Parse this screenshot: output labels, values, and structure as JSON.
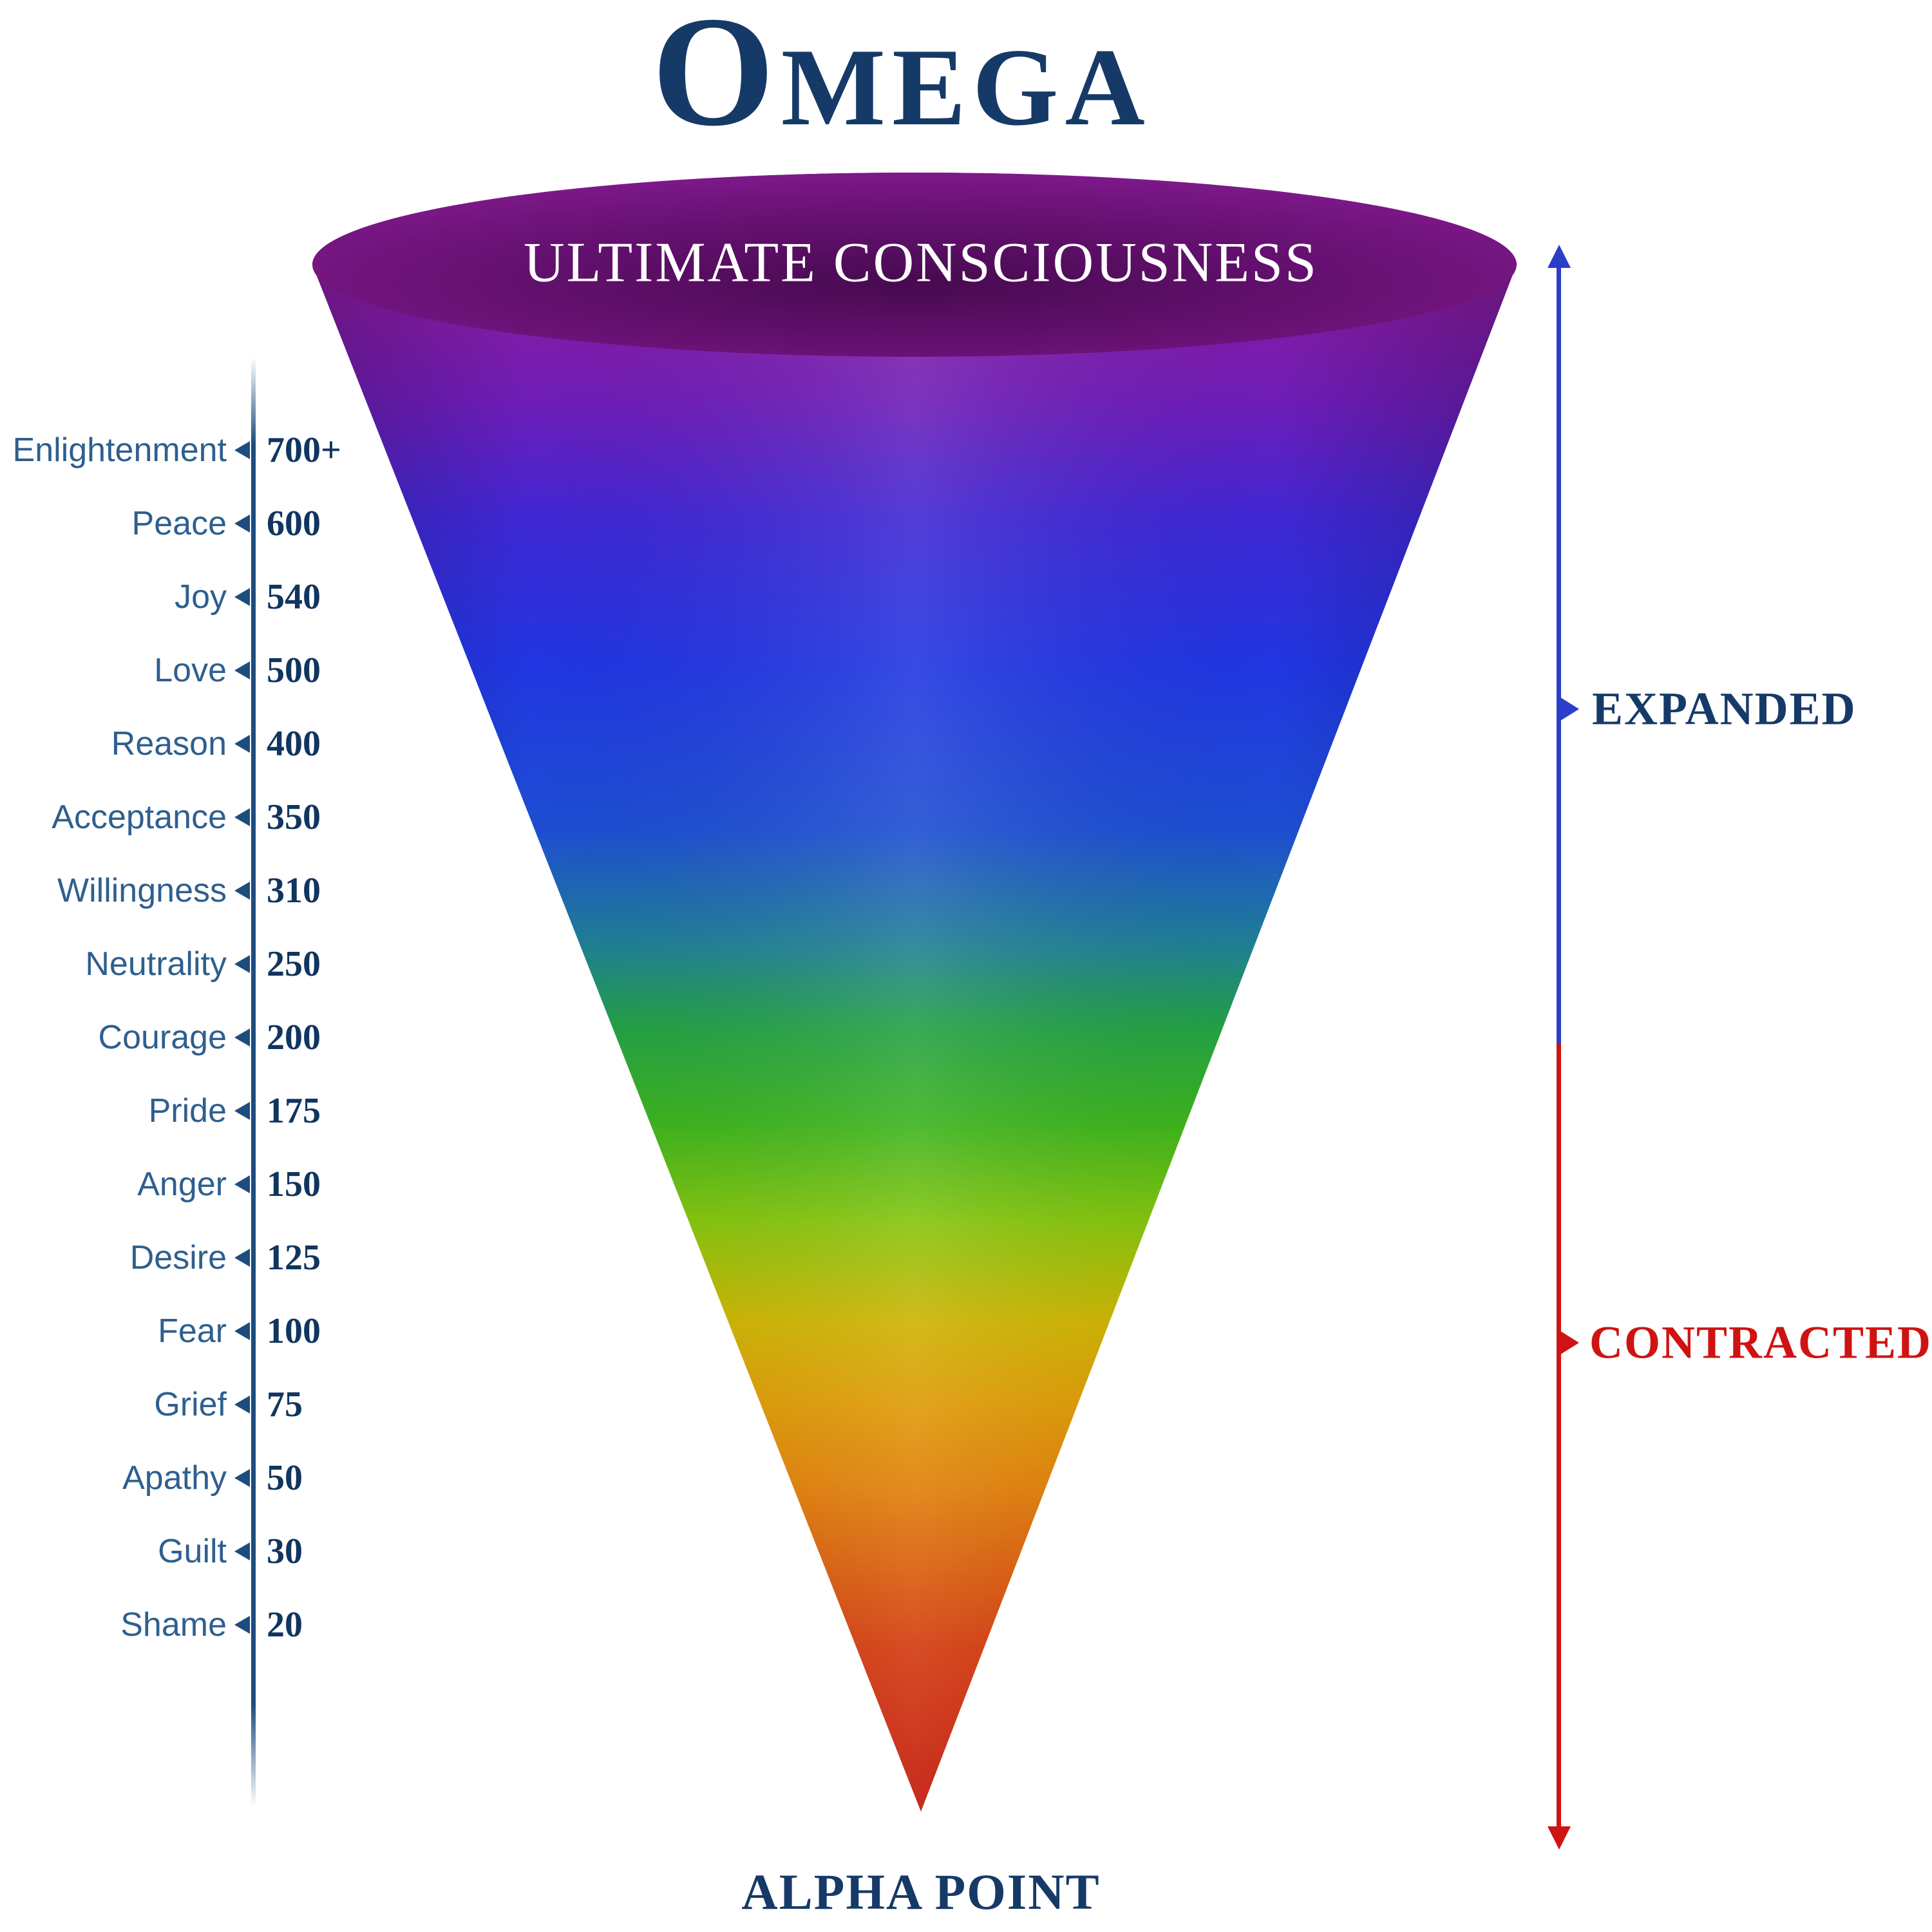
{
  "title": "Omega",
  "cone": {
    "top_label": "ULTIMATE CONSCIOUSNESS",
    "bottom_label": "ALPHA POINT",
    "gradient": [
      "#8e1f9d",
      "#8a1ba1",
      "#6d1db8",
      "#3f28d4",
      "#2136e2",
      "#1d4ed2",
      "#1f7f95",
      "#23a045",
      "#3cb31c",
      "#85c40c",
      "#cdb300",
      "#de9a04",
      "#e07f07",
      "#d95c09",
      "#d2380c",
      "#c11307"
    ],
    "rim": {
      "inner": "#470a4f",
      "mid": "#6b1277",
      "outer": "#8d1e9a"
    }
  },
  "scale": {
    "items": [
      {
        "label": "Enlightenment",
        "value": "700+"
      },
      {
        "label": "Peace",
        "value": "600"
      },
      {
        "label": "Joy",
        "value": "540"
      },
      {
        "label": "Love",
        "value": "500"
      },
      {
        "label": "Reason",
        "value": "400"
      },
      {
        "label": "Acceptance",
        "value": "350"
      },
      {
        "label": "Willingness",
        "value": "310"
      },
      {
        "label": "Neutrality",
        "value": "250"
      },
      {
        "label": "Courage",
        "value": "200"
      },
      {
        "label": "Pride",
        "value": "175"
      },
      {
        "label": "Anger",
        "value": "150"
      },
      {
        "label": "Desire",
        "value": "125"
      },
      {
        "label": "Fear",
        "value": "100"
      },
      {
        "label": "Grief",
        "value": "75"
      },
      {
        "label": "Apathy",
        "value": "50"
      },
      {
        "label": "Guilt",
        "value": "30"
      },
      {
        "label": "Shame",
        "value": "20"
      }
    ]
  },
  "right_axis": {
    "expanded_label": "EXPANDED",
    "contracted_label": "CONTRACTED"
  },
  "colors": {
    "navy": "#163a68",
    "label-blue": "#2e5f8f",
    "value-navy": "#10355f",
    "axis-blue": "#2a3ec9",
    "axis-red": "#cf1312",
    "line-blue": "#1d4d7f",
    "white": "#ffffff"
  }
}
